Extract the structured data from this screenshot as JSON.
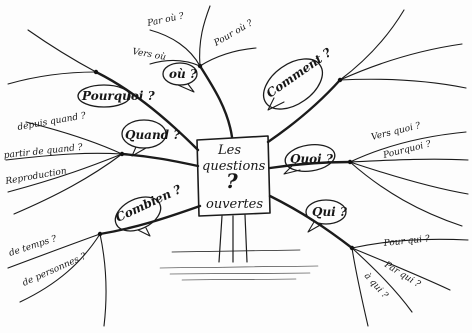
{
  "center": {
    "line1": "Les",
    "line2": "questions",
    "line3": "?",
    "line4": "ouvertes"
  },
  "bubbles": {
    "ou": "où ?",
    "comment": "Comment ?",
    "pourquoi": "Pourquoi ?",
    "quand": "Quand ?",
    "quoi": "Quoi ?",
    "qui": "Qui ?",
    "combien": "Combien ?"
  },
  "leaves": {
    "par_ou": "Par où ?",
    "vers_ou": "Vers où",
    "pour_ou": "Pour où ?",
    "depuis_quand": "depuis quand ?",
    "partir_de_quand": "partir de quand ?",
    "reproduction": "Reproduction",
    "vers_quoi": "Vers quoi ?",
    "pourquoi": "Pourquoi ?",
    "de_temps": "de temps ?",
    "de_personnes": "de personnes ?",
    "pour_qui": "Pour qui ?",
    "par_qui": "Par qui ?",
    "a_qui": "à qui ?"
  }
}
